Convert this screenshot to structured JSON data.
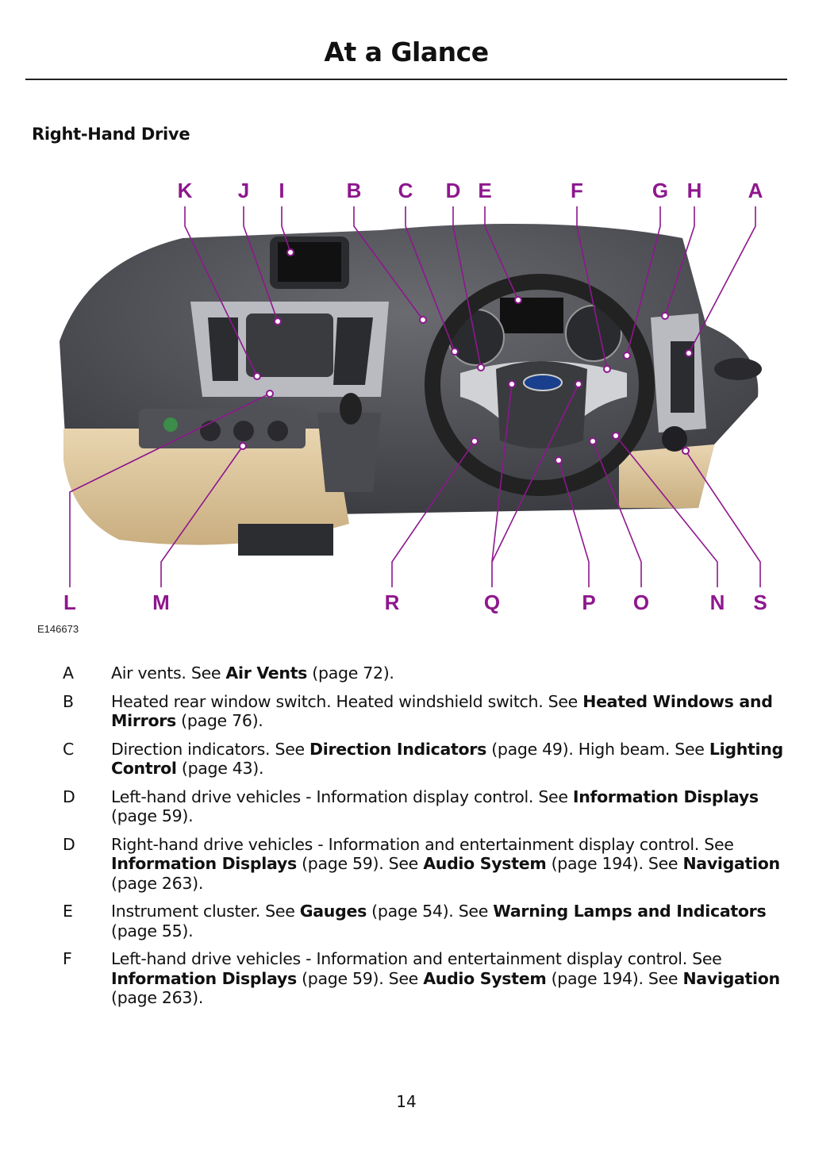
{
  "header": {
    "title": "At a Glance"
  },
  "section_title": "Right-Hand Drive",
  "figure": {
    "id": "E146673",
    "top_labels": [
      "K",
      "J",
      "I",
      "B",
      "C",
      "D",
      "E",
      "F",
      "G",
      "H",
      "A"
    ],
    "bottom_labels": [
      "L",
      "M",
      "R",
      "Q",
      "P",
      "O",
      "N",
      "S"
    ],
    "accent_color": "#8e178e"
  },
  "items": [
    {
      "key": "A",
      "parts": [
        {
          "t": "Air vents.  See "
        },
        {
          "t": "Air Vents",
          "b": true
        },
        {
          "t": " (page 72)."
        }
      ]
    },
    {
      "key": "B",
      "parts": [
        {
          "t": "Heated rear window switch. Heated windshield switch.  See "
        },
        {
          "t": "Heated Windows and Mirrors",
          "b": true
        },
        {
          "t": " (page 76)."
        }
      ]
    },
    {
      "key": "C",
      "parts": [
        {
          "t": "Direction indicators.  See "
        },
        {
          "t": "Direction Indicators",
          "b": true
        },
        {
          "t": " (page 49).  High beam.  See "
        },
        {
          "t": "Lighting Control",
          "b": true
        },
        {
          "t": " (page 43)."
        }
      ]
    },
    {
      "key": "D",
      "parts": [
        {
          "t": "Left-hand drive vehicles - Information display control.  See "
        },
        {
          "t": "Information Displays",
          "b": true
        },
        {
          "t": " (page 59)."
        }
      ]
    },
    {
      "key": "D",
      "parts": [
        {
          "t": "Right-hand drive vehicles - Information and entertainment display control.  See "
        },
        {
          "t": "Information Displays",
          "b": true
        },
        {
          "t": " (page 59).  See "
        },
        {
          "t": "Audio System",
          "b": true
        },
        {
          "t": " (page 194).  See "
        },
        {
          "t": "Navigation",
          "b": true
        },
        {
          "t": " (page 263)."
        }
      ]
    },
    {
      "key": "E",
      "parts": [
        {
          "t": "Instrument cluster.  See "
        },
        {
          "t": "Gauges",
          "b": true
        },
        {
          "t": " (page 54).  See "
        },
        {
          "t": "Warning Lamps and Indicators",
          "b": true
        },
        {
          "t": " (page 55)."
        }
      ]
    },
    {
      "key": "F",
      "parts": [
        {
          "t": "Left-hand drive vehicles - Information and entertainment display control.  See "
        },
        {
          "t": "Information Displays",
          "b": true
        },
        {
          "t": " (page 59).  See "
        },
        {
          "t": "Audio System",
          "b": true
        },
        {
          "t": " (page 194).  See "
        },
        {
          "t": "Navigation",
          "b": true
        },
        {
          "t": " (page 263)."
        }
      ]
    }
  ],
  "footer": {
    "page_number": "14"
  }
}
